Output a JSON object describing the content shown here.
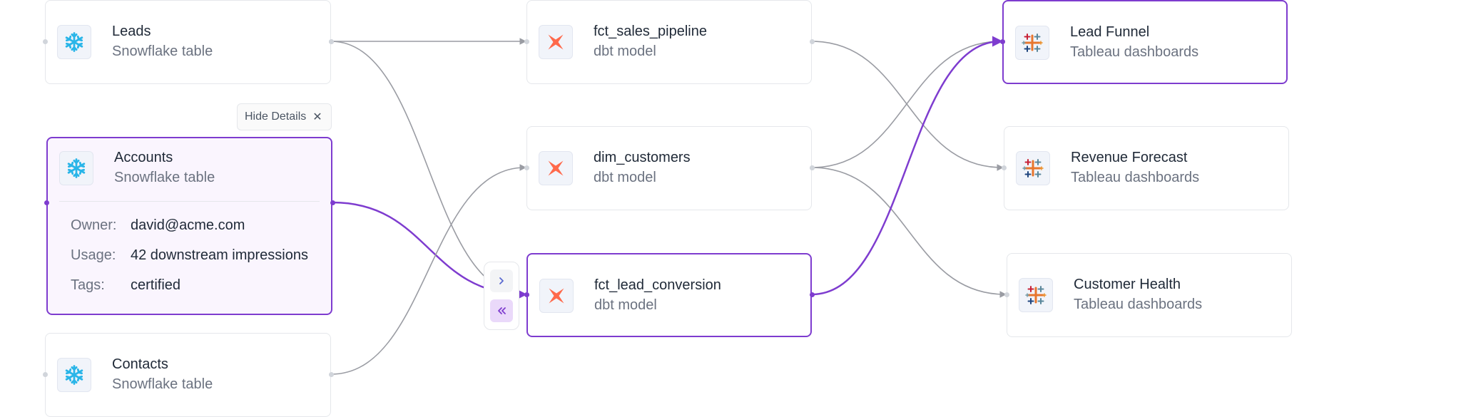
{
  "nodes": {
    "leads": {
      "title": "Leads",
      "subtitle": "Snowflake table",
      "icon": "snowflake-icon"
    },
    "accounts": {
      "title": "Accounts",
      "subtitle": "Snowflake table",
      "icon": "snowflake-icon",
      "details": [
        {
          "key": "Owner:",
          "value": "david@acme.com"
        },
        {
          "key": "Usage:",
          "value": "42 downstream impressions"
        },
        {
          "key": "Tags:",
          "value": "certified"
        }
      ],
      "hide_details_label": "Hide Details"
    },
    "contacts": {
      "title": "Contacts",
      "subtitle": "Snowflake table",
      "icon": "snowflake-icon"
    },
    "fct_sales_pipeline": {
      "title": "fct_sales_pipeline",
      "subtitle": "dbt model",
      "icon": "dbt-icon"
    },
    "dim_customers": {
      "title": "dim_customers",
      "subtitle": "dbt model",
      "icon": "dbt-icon"
    },
    "fct_lead_conversion": {
      "title": "fct_lead_conversion",
      "subtitle": "dbt model",
      "icon": "dbt-icon"
    },
    "lead_funnel": {
      "title": "Lead Funnel",
      "subtitle": "Tableau dashboards",
      "icon": "tableau-icon"
    },
    "revenue_forecast": {
      "title": "Revenue Forecast",
      "subtitle": "Tableau dashboards",
      "icon": "tableau-icon"
    },
    "customer_health": {
      "title": "Customer Health",
      "subtitle": "Tableau dashboards",
      "icon": "tableau-icon"
    }
  },
  "edges": [
    {
      "from": "leads",
      "to": "fct_sales_pipeline",
      "highlighted": false
    },
    {
      "from": "leads",
      "to": "fct_lead_conversion",
      "highlighted": false
    },
    {
      "from": "accounts",
      "to": "fct_lead_conversion",
      "highlighted": true
    },
    {
      "from": "contacts",
      "to": "dim_customers",
      "highlighted": false
    },
    {
      "from": "fct_sales_pipeline",
      "to": "revenue_forecast",
      "highlighted": false
    },
    {
      "from": "dim_customers",
      "to": "lead_funnel",
      "highlighted": false
    },
    {
      "from": "dim_customers",
      "to": "customer_health",
      "highlighted": false
    },
    {
      "from": "fct_lead_conversion",
      "to": "lead_funnel",
      "highlighted": true
    }
  ],
  "colors": {
    "highlight": "#7e3ccf",
    "edge": "#9a9ca3",
    "snowflake": "#29b5e8",
    "dbt": "#ff694b",
    "selected_bg": "#faf5fe"
  }
}
